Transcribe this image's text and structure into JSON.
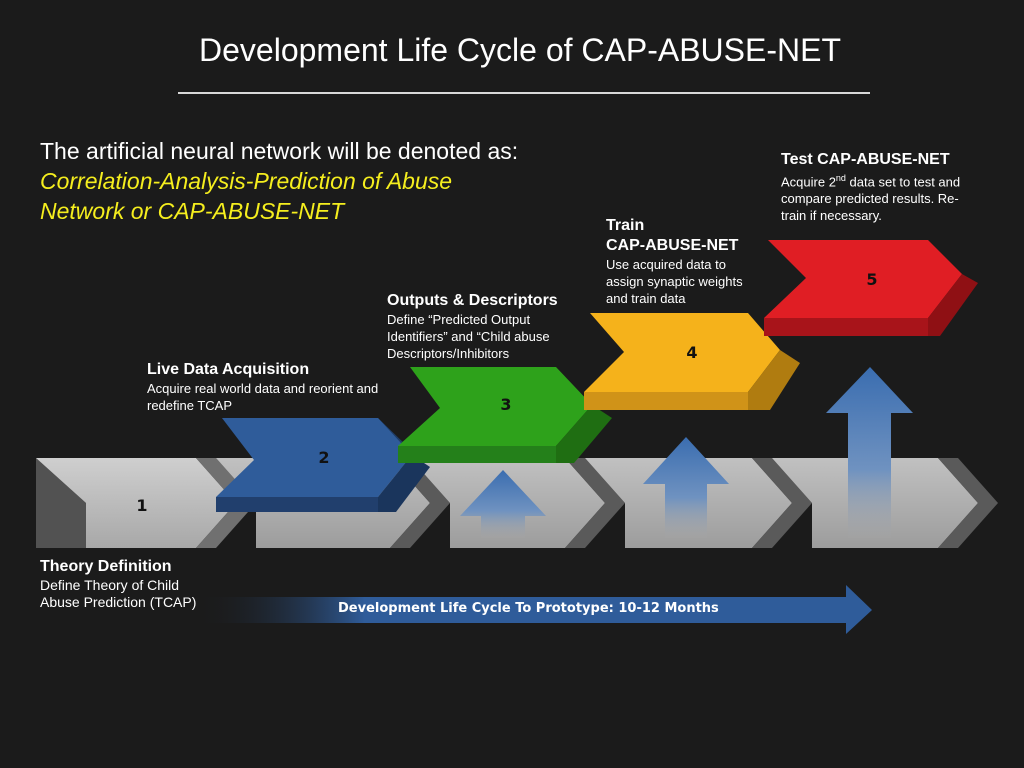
{
  "title": "Development Life Cycle of CAP-ABUSE-NET",
  "intro": {
    "line1": "The artificial neural network will be denoted as:",
    "highlight_line1": "Correlation-Analysis-Prediction of Abuse",
    "highlight_line2": "Network or CAP-ABUSE-NET",
    "highlight_color": "#f5ee1e"
  },
  "steps": [
    {
      "number": "1",
      "heading": "Theory Definition",
      "desc_lines": [
        "Define Theory of Child",
        "Abuse Prediction (TCAP)"
      ],
      "color": "#b8b8b8"
    },
    {
      "number": "2",
      "heading": "Live Data Acquisition",
      "desc_lines": [
        "Acquire real world data and reorient and",
        "redefine TCAP"
      ],
      "color": "#2f5c9a"
    },
    {
      "number": "3",
      "heading": "Outputs & Descriptors",
      "desc_lines": [
        "Define “Predicted Output",
        "Identifiers” and “Child abuse",
        "Descriptors/Inhibitors"
      ],
      "color": "#2ea21b"
    },
    {
      "number": "4",
      "heading_lines": [
        "Train",
        "CAP-ABUSE-NET"
      ],
      "desc_lines": [
        "Use  acquired data to",
        "assign synaptic weights",
        "and train data"
      ],
      "color": "#f5b21b"
    },
    {
      "number": "5",
      "heading": "Test CAP-ABUSE-NET",
      "desc_pre": "Acquire 2",
      "desc_sup": "nd",
      "desc_post": " data set to test and",
      "desc_lines": [
        "compare predicted results. Re-",
        "train if necessary."
      ],
      "color": "#e01e24"
    }
  ],
  "timeline": {
    "label": "Development Life Cycle To Prototype:   10-12 Months",
    "color": "#2f5c9a"
  }
}
